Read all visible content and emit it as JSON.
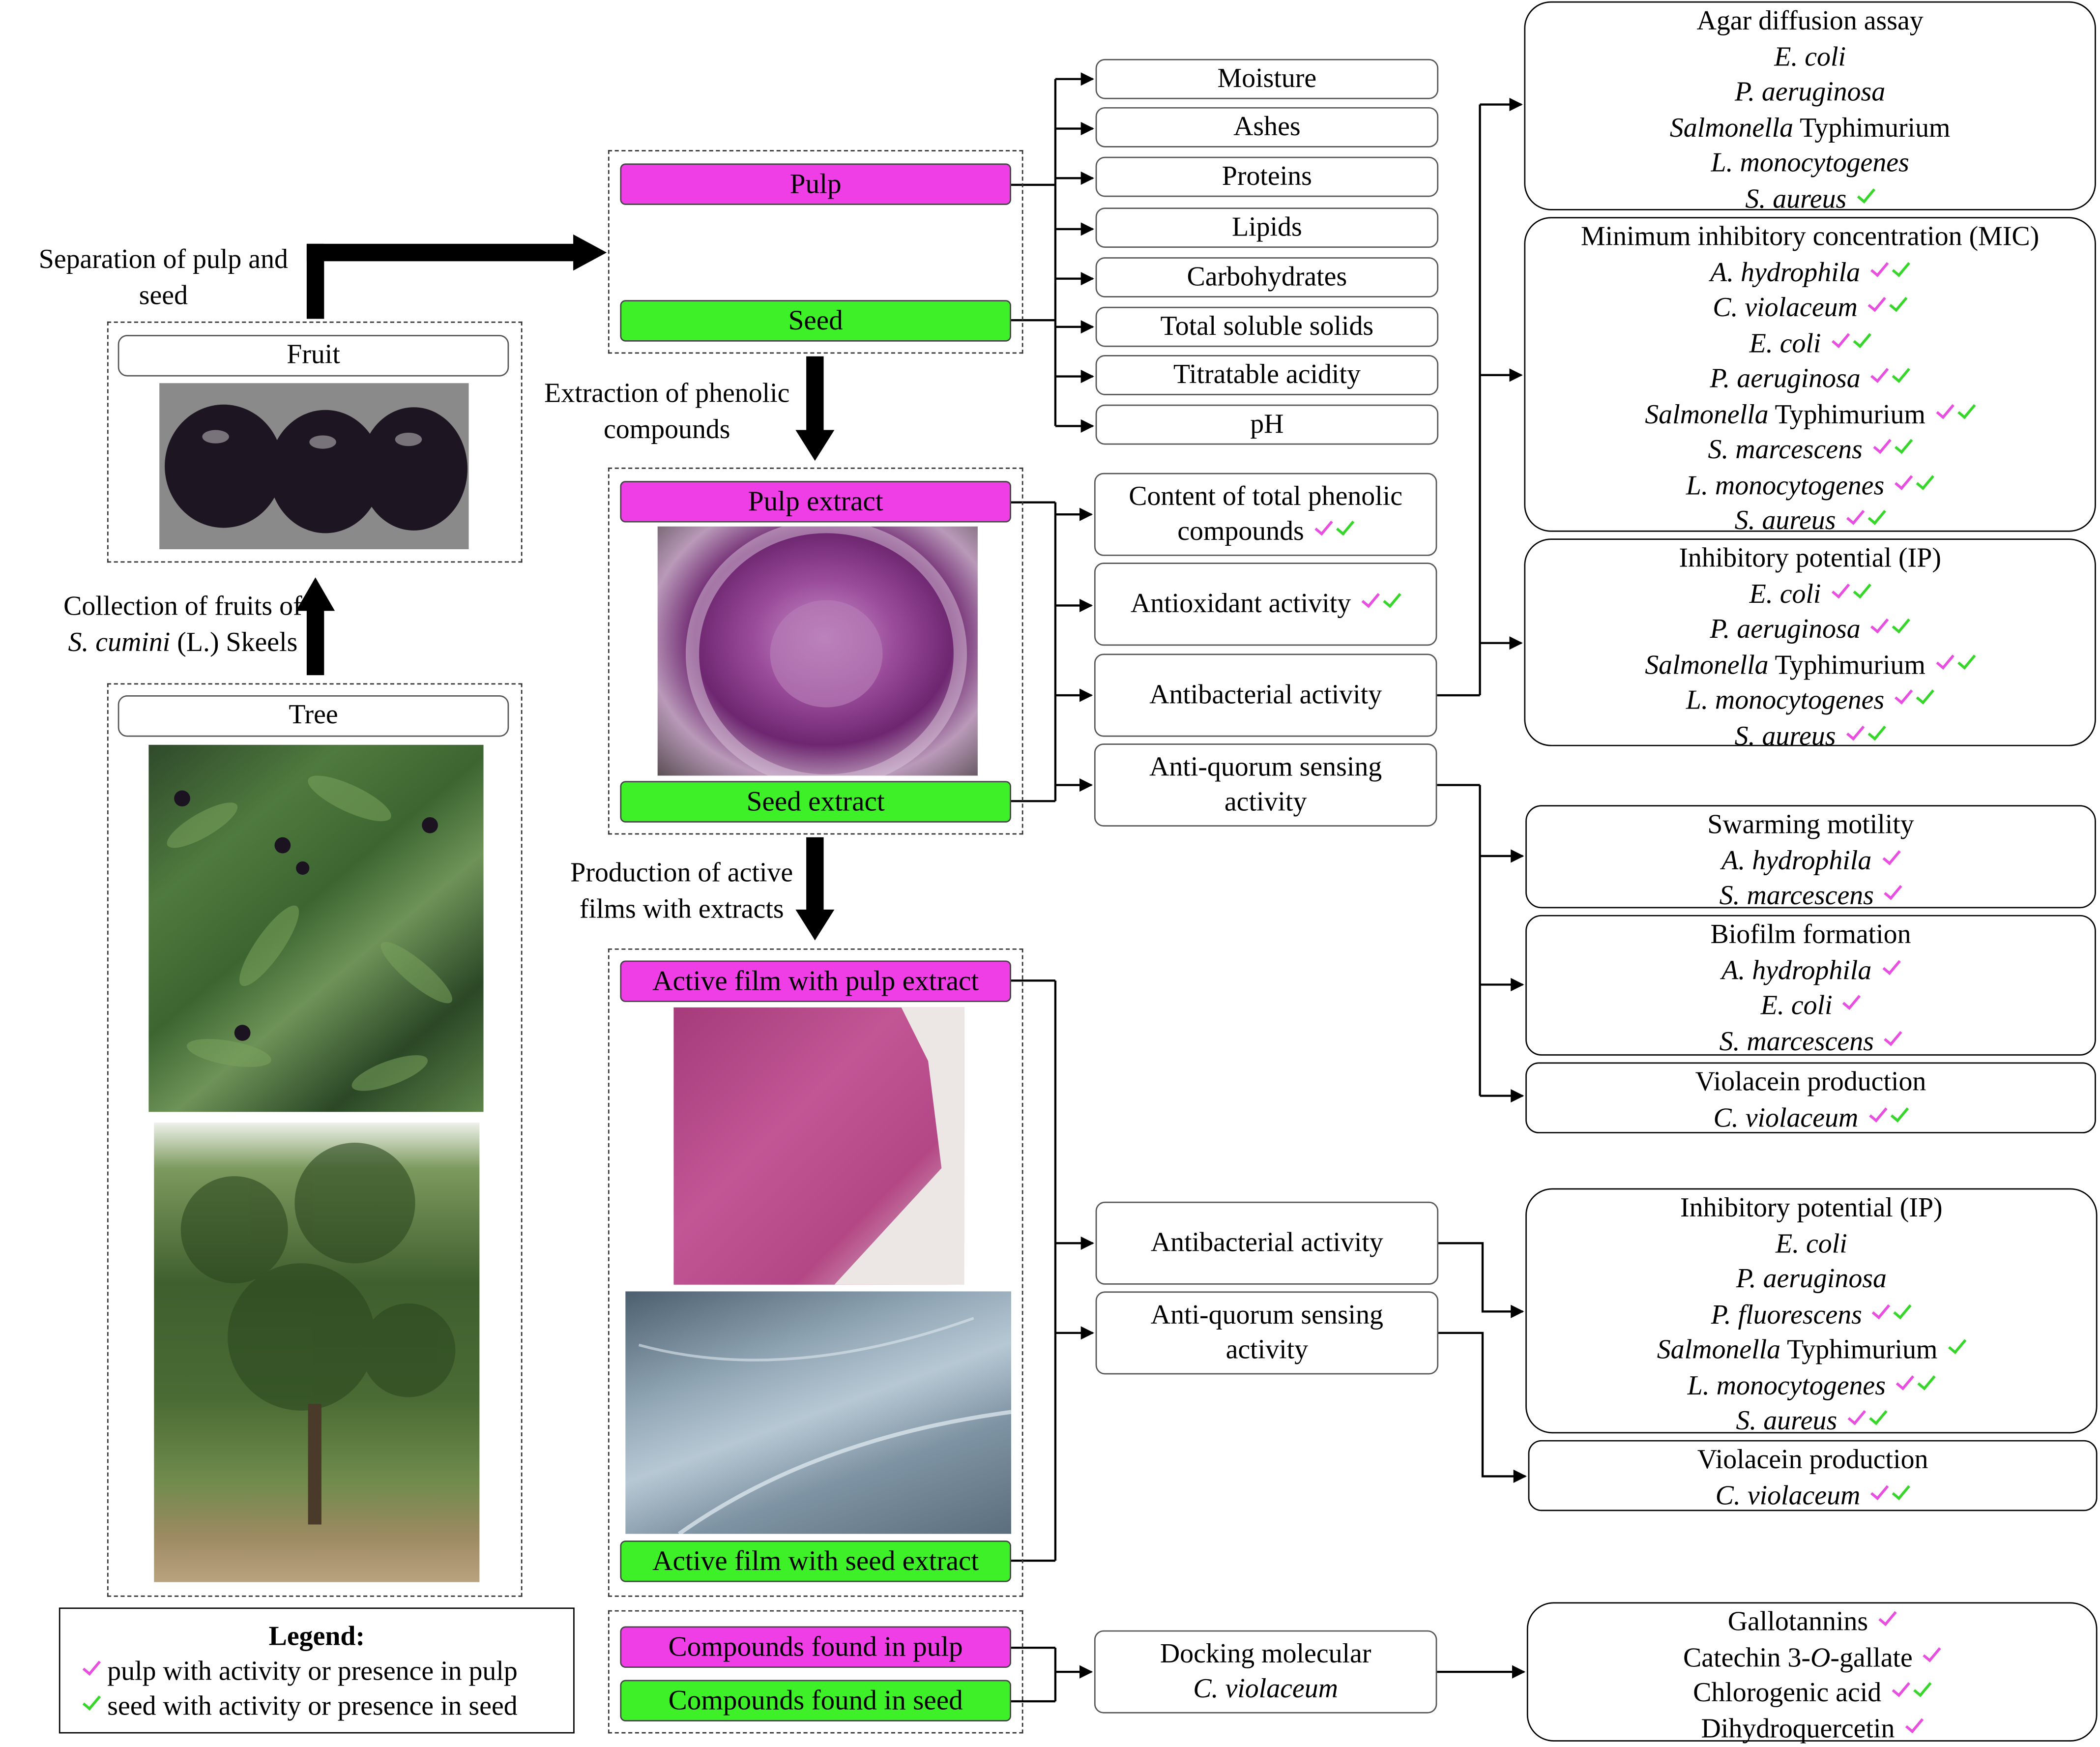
{
  "source": {
    "tree": "Tree",
    "fruit": "Fruit",
    "step_collection": [
      "Collection of fruits of",
      "S. cumini",
      " (L.) Skeels"
    ],
    "step_separation": [
      "Separation of pulp and",
      "seed"
    ],
    "step_extraction": [
      "Extraction of phenolic",
      "compounds"
    ],
    "step_production": [
      "Production of active",
      "films with extracts"
    ]
  },
  "parts": {
    "pulp": "Pulp",
    "seed": "Seed"
  },
  "extracts": {
    "pulp": "Pulp extract",
    "seed": "Seed extract"
  },
  "films": {
    "pulp": "Active film with pulp extract",
    "seed": "Active film with seed extract"
  },
  "compounds": {
    "pulp": "Compounds found in pulp",
    "seed": "Compounds found in seed"
  },
  "composition": [
    "Moisture",
    "Ashes",
    "Proteins",
    "Lipids",
    "Carbohydrates",
    "Total soluble solids",
    "Titratable acidity",
    "pH"
  ],
  "extract_tests": {
    "phenolic": [
      "Content of total phenolic",
      "compounds"
    ],
    "antioxidant": "Antioxidant activity",
    "antibacterial": "Antibacterial activity",
    "antiqs": [
      "Anti-quorum sensing",
      "activity"
    ]
  },
  "film_tests": {
    "antibacterial": "Antibacterial activity",
    "antiqs": [
      "Anti-quorum sensing",
      "activity"
    ]
  },
  "docking": {
    "title": "Docking molecular",
    "organism": "C. violaceum"
  },
  "results": {
    "agar": {
      "title": "Agar diffusion assay",
      "items": [
        "E. coli",
        "P. aeruginosa",
        "Salmonella",
        "Typhimurium",
        "L. monocytogenes",
        "S. aureus"
      ]
    },
    "mic": {
      "title": "Minimum inhibitory concentration (MIC)",
      "items": [
        "A. hydrophila",
        "C. violaceum",
        "E. coli",
        "P. aeruginosa",
        "Salmonella",
        "Typhimurium",
        "S. marcescens",
        "L. monocytogenes",
        "S. aureus"
      ]
    },
    "ip": {
      "title": "Inhibitory potential (IP)",
      "items": [
        "E. coli",
        "P. aeruginosa",
        "Salmonella",
        "Typhimurium",
        "L. monocytogenes",
        "S. aureus"
      ]
    },
    "swarm": {
      "title": "Swarming motility",
      "items": [
        "A. hydrophila",
        "S. marcescens"
      ]
    },
    "biofilm": {
      "title": "Biofilm formation",
      "items": [
        "A. hydrophila",
        "E. coli",
        "S. marcescens"
      ]
    },
    "violacein": {
      "title": "Violacein production",
      "items": [
        "C. violaceum"
      ]
    },
    "ip_film": {
      "title": "Inhibitory potential (IP)",
      "items": [
        "E. coli",
        "P. aeruginosa",
        "P. fluorescens",
        "Salmonella",
        "Typhimurium",
        "L. monocytogenes",
        "S. aureus"
      ]
    },
    "violacein_film": {
      "title": "Violacein production",
      "items": [
        "C. violaceum"
      ]
    },
    "docking": {
      "items": [
        "Gallotannins",
        "Catechin 3-",
        "O",
        "-gallate",
        "Chlorogenic acid",
        "Dihydroquercetin"
      ]
    }
  },
  "legend": {
    "title": "Legend:",
    "pulp": "pulp with activity or presence in pulp",
    "seed": "seed with activity or presence in seed"
  },
  "colors": {
    "pulp": "#f03ee6",
    "seed": "#3df028",
    "pulp_check": "#e84fe0",
    "seed_check": "#37d62a"
  }
}
